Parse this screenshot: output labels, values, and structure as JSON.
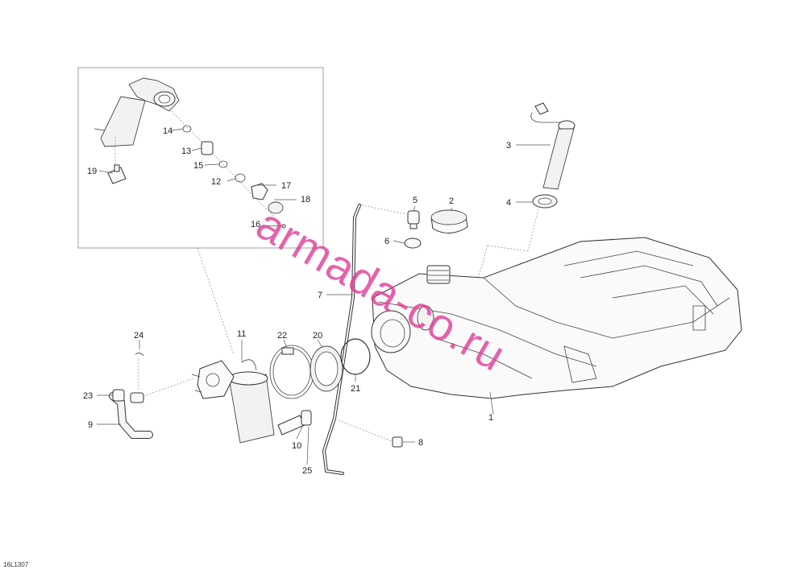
{
  "diagram": {
    "code": "16L1307",
    "watermark": "armada-co.ru",
    "callouts": {
      "c1": "1",
      "c2": "2",
      "c3": "3",
      "c4": "4",
      "c5": "5",
      "c6": "6",
      "c7": "7",
      "c8": "8",
      "c9": "9",
      "c10": "10",
      "c11": "11",
      "c12": "12",
      "c13": "13",
      "c14": "14",
      "c15": "15",
      "c16": "16",
      "c17": "17",
      "c18": "18",
      "c19": "19",
      "c20": "20",
      "c21": "21",
      "c22": "22",
      "c23": "23",
      "c24": "24",
      "c25": "25"
    }
  },
  "colors": {
    "watermark": "#e03c96",
    "line": "#333333"
  }
}
